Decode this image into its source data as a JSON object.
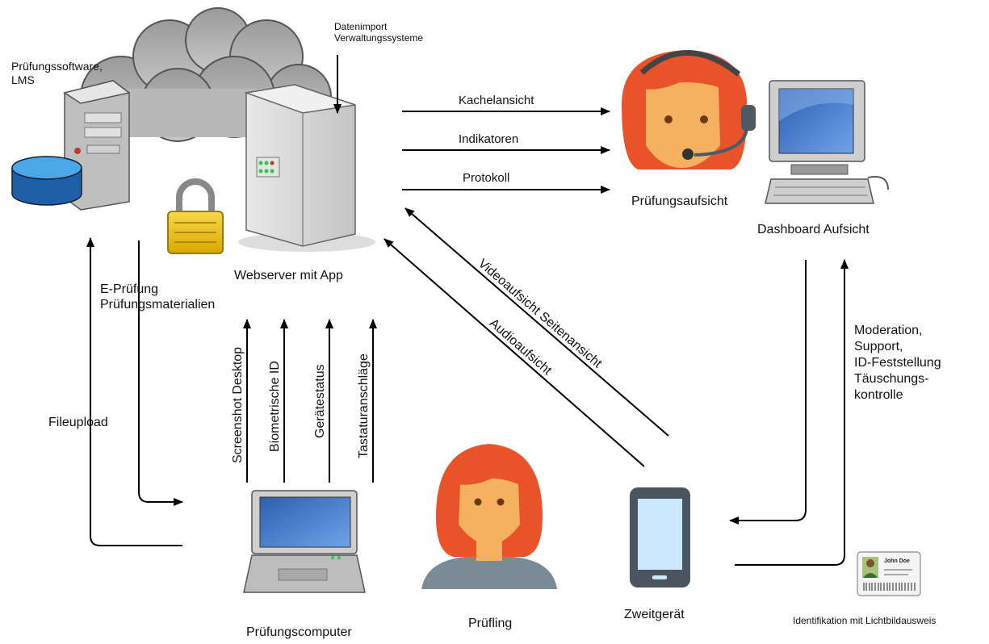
{
  "nodes": {
    "lms": "Prüfungssoftware,\nLMS",
    "datenimport": "Datenimport\nVerwaltungssysteme",
    "webserver": "Webserver mit App",
    "pruefungsaufsicht": "Prüfungsaufsicht",
    "dashboard": "Dashboard Aufsicht",
    "pruefungscomputer": "Prüfungscomputer",
    "pruefling": "Prüfling",
    "zweitgeraet": "Zweitgerät",
    "identifikation": "Identifikation mit Lichtbildausweis",
    "id_card_name": "John Doe"
  },
  "flows": {
    "kachelansicht": "Kachelansicht",
    "indikatoren": "Indikatoren",
    "protokoll": "Protokoll",
    "eprufung": "E-Prüfung\nPrüfungsmaterialien",
    "fileupload": "Fileupload",
    "screenshot": "Screenshot Desktop",
    "biometrische": "Biometrische ID",
    "geraetestatus": "Gerätestatus",
    "tastatur": "Tastaturanschläge",
    "videoaufsicht": "Videoaufsicht Seitenansicht",
    "audioaufsicht": "Audioaufsicht",
    "moderation": "Moderation,\nSupport,\nID-Feststellung\nTäuschungs-\nkontrolle"
  },
  "colors": {
    "hair": "#e8532a",
    "skin": "#f5b160",
    "screen": "#3f7fd6",
    "arrow": "#000000"
  }
}
